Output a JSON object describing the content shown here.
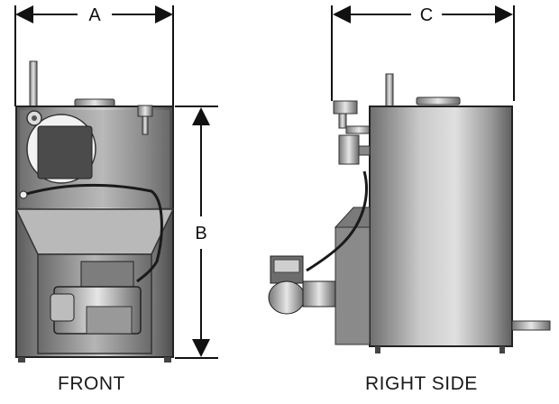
{
  "dimensions": {
    "a": "A",
    "b": "B",
    "c": "C"
  },
  "views": {
    "front": "FRONT",
    "right": "RIGHT SIDE"
  }
}
